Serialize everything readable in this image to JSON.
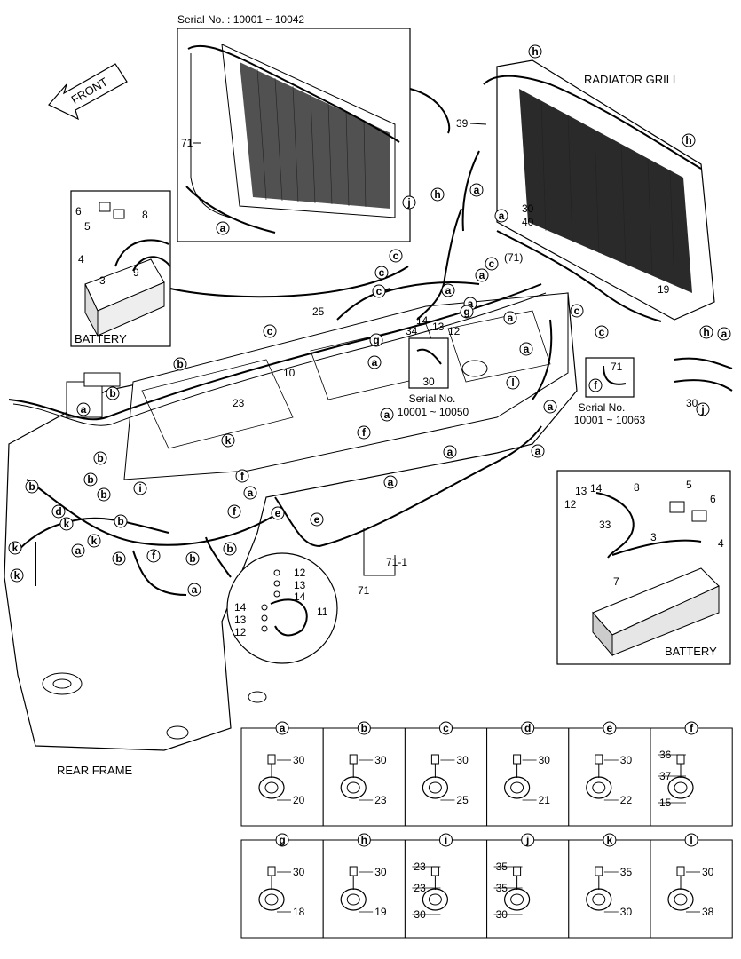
{
  "texts": {
    "front": "FRONT",
    "radiator_grill": "RADIATOR GRILL",
    "rear_frame": "REAR FRAME",
    "battery_inset": "BATTERY",
    "battery_detail": "BATTERY",
    "serial_top": "Serial No. : 10001 ~ 10042",
    "serial_mid_1": "Serial No.",
    "serial_mid_2": "10001 ~ 10050",
    "serial_right_1": "Serial No.",
    "serial_right_2": "10001 ~ 10063"
  },
  "part_numbers": {
    "n71_top": "71",
    "n39": "39",
    "n71_1": "71-1",
    "n71_bot": "71",
    "n25": "25",
    "n23": "23",
    "n10": "10",
    "n34": "34",
    "n14": "14",
    "n13": "13",
    "n12": "12",
    "n30_mid": "30",
    "n30_a": "30",
    "n40": "40",
    "n71p": "(71)",
    "n19": "19",
    "n71_ser": "71",
    "n30_r": "30",
    "inset_left": [
      "6",
      "5",
      "8",
      "4",
      "3",
      "9"
    ],
    "inset_right": [
      "13",
      "14",
      "12",
      "8",
      "5",
      "6",
      "33",
      "3",
      "4",
      "7"
    ],
    "zoom_circle": [
      "12",
      "13",
      "14",
      "14",
      "13",
      "12",
      "11"
    ]
  },
  "callout_letters": {
    "main": [
      "a",
      "a",
      "a",
      "a",
      "a",
      "a",
      "a",
      "a",
      "a",
      "a",
      "a",
      "a",
      "a",
      "a",
      "a",
      "a",
      "a",
      "a",
      "a",
      "b",
      "b",
      "b",
      "b",
      "b",
      "b",
      "b",
      "b",
      "b",
      "b",
      "c",
      "c",
      "c",
      "c",
      "c",
      "c",
      "c",
      "c",
      "d",
      "e",
      "e",
      "f",
      "f",
      "f",
      "f",
      "g",
      "g",
      "h",
      "h",
      "h",
      "h",
      "i",
      "j",
      "j",
      "k",
      "k",
      "k",
      "k",
      "k",
      "l"
    ]
  },
  "legend": [
    {
      "letter": "a",
      "parts": [
        "30",
        "20"
      ]
    },
    {
      "letter": "b",
      "parts": [
        "30",
        "23"
      ]
    },
    {
      "letter": "c",
      "parts": [
        "30",
        "25"
      ]
    },
    {
      "letter": "d",
      "parts": [
        "30",
        "21"
      ]
    },
    {
      "letter": "e",
      "parts": [
        "30",
        "22"
      ]
    },
    {
      "letter": "f",
      "parts": [
        "36",
        "37",
        "15"
      ]
    },
    {
      "letter": "g",
      "parts": [
        "30",
        "18"
      ]
    },
    {
      "letter": "h",
      "parts": [
        "30",
        "19"
      ]
    },
    {
      "letter": "i",
      "parts": [
        "23",
        "23",
        "30"
      ]
    },
    {
      "letter": "j",
      "parts": [
        "35",
        "35",
        "30"
      ]
    },
    {
      "letter": "k",
      "parts": [
        "35",
        "30"
      ]
    },
    {
      "letter": "l",
      "parts": [
        "30",
        "38"
      ]
    }
  ]
}
